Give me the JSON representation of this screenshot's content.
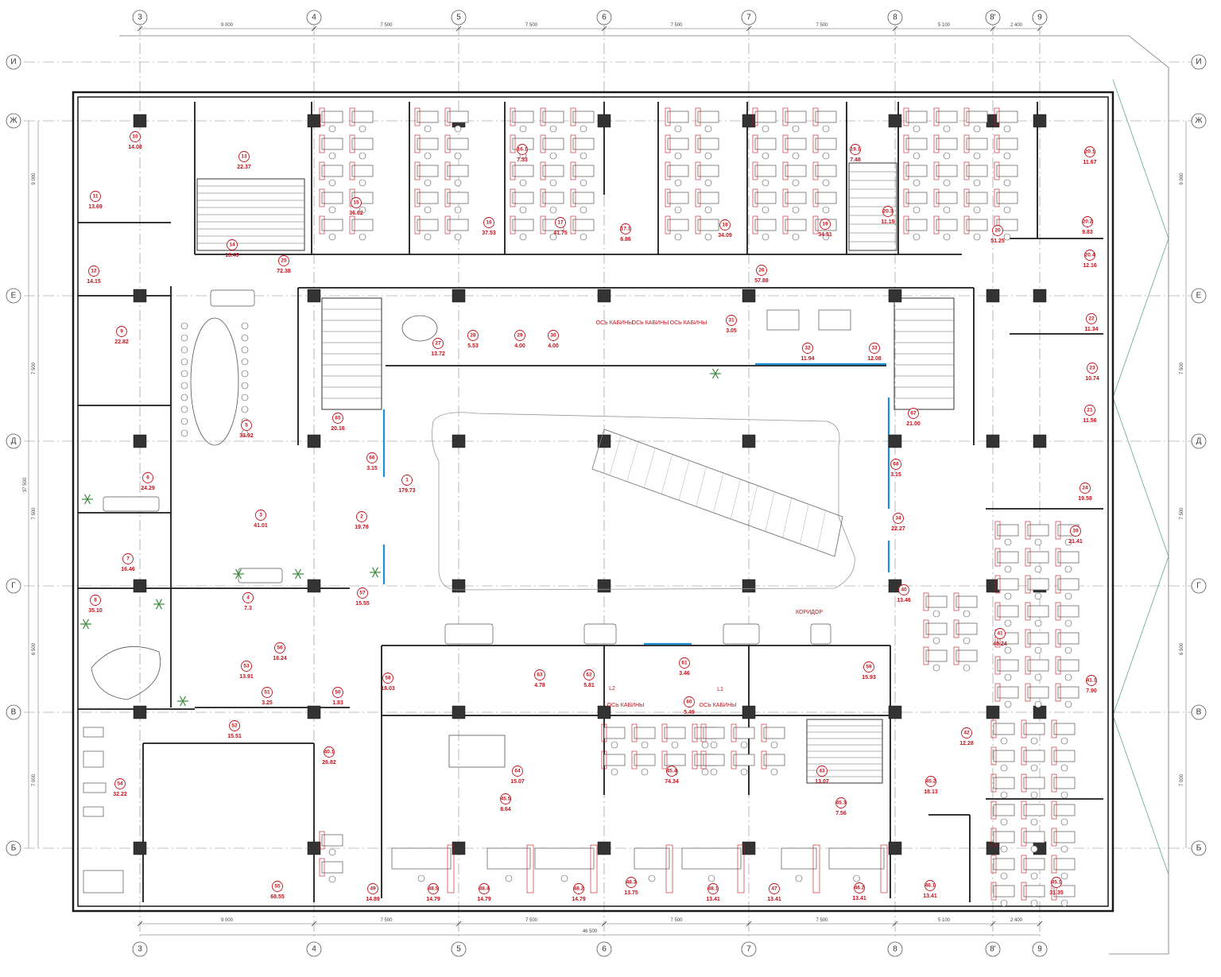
{
  "axes": {
    "columns": [
      "3",
      "4",
      "5",
      "6",
      "7",
      "8",
      "8'",
      "9"
    ],
    "rows": [
      "И",
      "Ж",
      "Е",
      "Д",
      "Г",
      "В",
      "Б"
    ]
  },
  "dimensions": {
    "columns": [
      "9 000",
      "7 500",
      "7 500",
      "7 500",
      "7 500",
      "5 100",
      "2 400"
    ],
    "rows": [
      "9 000",
      "7 500",
      "7 500",
      "6 500",
      "7 000"
    ],
    "total_width": "46 500",
    "total_height": "37 500"
  },
  "corridor_label": "КОРИДОР",
  "rooms": [
    {
      "num": "10",
      "area": "14.08"
    },
    {
      "num": "11",
      "area": "13.69"
    },
    {
      "num": "12",
      "area": "14.15"
    },
    {
      "num": "13",
      "area": "22.37"
    },
    {
      "num": "14",
      "area": "18.49"
    },
    {
      "num": "25",
      "area": "72.38"
    },
    {
      "num": "15",
      "area": "36.62"
    },
    {
      "num": "16",
      "area": "37.53"
    },
    {
      "num": "16.1",
      "area": "7.33"
    },
    {
      "num": "17",
      "area": "41.75"
    },
    {
      "num": "17.1",
      "area": "6.86"
    },
    {
      "num": "18",
      "area": "34.09"
    },
    {
      "num": "19",
      "area": "34.51"
    },
    {
      "num": "19.1",
      "area": "7.48"
    },
    {
      "num": "20.3",
      "area": "11.15"
    },
    {
      "num": "20",
      "area": "51.25"
    },
    {
      "num": "20.1",
      "area": "11.67"
    },
    {
      "num": "20.2",
      "area": "9.83"
    },
    {
      "num": "20.4",
      "area": "12.16"
    },
    {
      "num": "26",
      "area": "57.88"
    },
    {
      "num": "9",
      "area": "22.82"
    },
    {
      "num": "5",
      "area": "33.92"
    },
    {
      "num": "27",
      "area": "13.72"
    },
    {
      "num": "28",
      "area": "5.53"
    },
    {
      "num": "29",
      "area": "4.00"
    },
    {
      "num": "30",
      "area": "4.00"
    },
    {
      "num": "31",
      "area": "3.05"
    },
    {
      "num": "32",
      "area": "11.94"
    },
    {
      "num": "33",
      "area": "12.08"
    },
    {
      "num": "65",
      "area": "20.16"
    },
    {
      "num": "67",
      "area": "21.00"
    },
    {
      "num": "66",
      "area": "3.15"
    },
    {
      "num": "68",
      "area": "3.15"
    },
    {
      "num": "1",
      "area": "179.73"
    },
    {
      "num": "2",
      "area": "19.78"
    },
    {
      "num": "34",
      "area": "22.27"
    },
    {
      "num": "6",
      "area": "24.29"
    },
    {
      "num": "3",
      "area": "41.01"
    },
    {
      "num": "7",
      "area": "16.46"
    },
    {
      "num": "22",
      "area": "11.34"
    },
    {
      "num": "23",
      "area": "10.74"
    },
    {
      "num": "21",
      "area": "11.56"
    },
    {
      "num": "24",
      "area": "19.58"
    },
    {
      "num": "39",
      "area": "21.41"
    },
    {
      "num": "8",
      "area": "35.10"
    },
    {
      "num": "4",
      "area": "7.3"
    },
    {
      "num": "57",
      "area": "15.55"
    },
    {
      "num": "40",
      "area": "13.46"
    },
    {
      "num": "41",
      "area": "40.24"
    },
    {
      "num": "41.1",
      "area": "7.90"
    },
    {
      "num": "53",
      "area": "13.91"
    },
    {
      "num": "56",
      "area": "18.24"
    },
    {
      "num": "51",
      "area": "3.25"
    },
    {
      "num": "50",
      "area": "1.83"
    },
    {
      "num": "58",
      "area": "18.03"
    },
    {
      "num": "63",
      "area": "4.78"
    },
    {
      "num": "62",
      "area": "5.81"
    },
    {
      "num": "61",
      "area": "3.46"
    },
    {
      "num": "60",
      "area": "5.49"
    },
    {
      "num": "59",
      "area": "15.93"
    },
    {
      "num": "52",
      "area": "15.51"
    },
    {
      "num": "42",
      "area": "12.28"
    },
    {
      "num": "43",
      "area": "13.07"
    },
    {
      "num": "45.4",
      "area": "74.34"
    },
    {
      "num": "45.2",
      "area": "18.13"
    },
    {
      "num": "64",
      "area": "15.07"
    },
    {
      "num": "45.5",
      "area": "8.64"
    },
    {
      "num": "45.3",
      "area": "7.56"
    },
    {
      "num": "54",
      "area": "32.22"
    },
    {
      "num": "55",
      "area": "68.55"
    },
    {
      "num": "49",
      "area": "14.89"
    },
    {
      "num": "48.5",
      "area": "14.79"
    },
    {
      "num": "48.4",
      "area": "14.79"
    },
    {
      "num": "48.2",
      "area": "14.79"
    },
    {
      "num": "48.3",
      "area": "13.75"
    },
    {
      "num": "48.1",
      "area": "13.41"
    },
    {
      "num": "47",
      "area": "13.41"
    },
    {
      "num": "46.2",
      "area": "13.41"
    },
    {
      "num": "46.1",
      "area": "13.41"
    },
    {
      "num": "45.1",
      "area": "31.35"
    },
    {
      "num": "40.1",
      "area": "26.82"
    }
  ],
  "annotations": [
    {
      "text": "ОСЬ КАБИНЫ"
    },
    {
      "text": "ОСЬ КАБИНЫ"
    },
    {
      "text": "ОСЬ КАБИНЫ"
    },
    {
      "text": "ОСЬ КАБИНЫ"
    },
    {
      "text": "ОСЬ КАБИНЫ"
    },
    {
      "text": "L2"
    },
    {
      "text": "L1"
    }
  ],
  "colors": {
    "wall": "#1a1a1a",
    "accent": "#c0121b",
    "glass": "#1f8fd6",
    "axis": "#888888",
    "furniture": "#555555",
    "boundary": "#4a9a8c"
  }
}
